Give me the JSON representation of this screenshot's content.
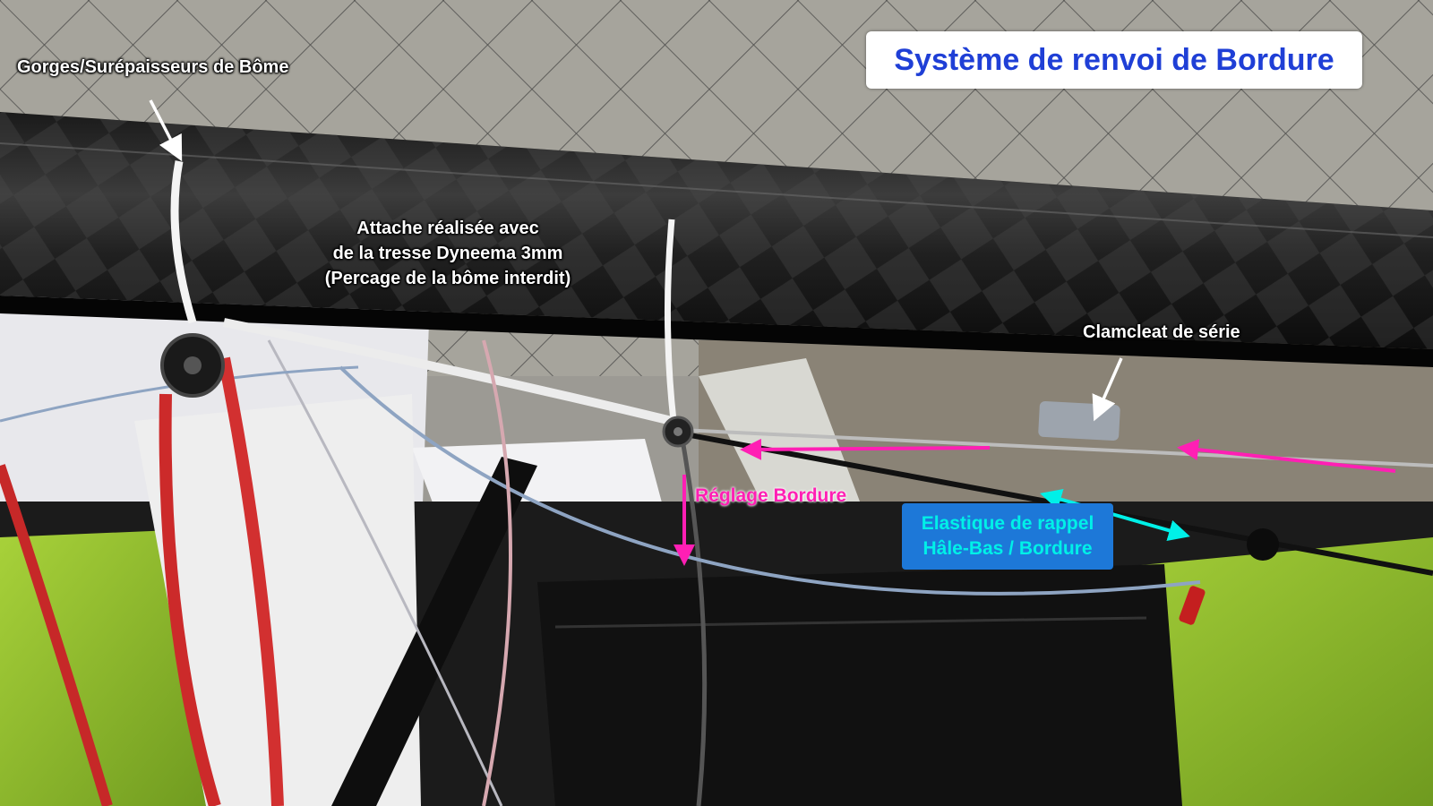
{
  "title": "Système de renvoi de Bordure",
  "annotations": {
    "gorges": "Gorges/Surépaisseurs de Bôme",
    "attache": {
      "line1": "Attache réalisée avec",
      "line2": "de la tresse Dyneema 3mm",
      "line3": "(Percage de la bôme interdit)"
    },
    "clamcleat": "Clamcleat de série",
    "reglage": "Réglage Bordure",
    "elastique": {
      "line1": "Elastique de rappel",
      "line2": "Hâle-Bas / Bordure"
    }
  },
  "colors": {
    "title": "#1f3fd6",
    "pink_arrow": "#ff1fb4",
    "cyan_arrow": "#00f0e8",
    "elastic_box": "#1d78d8",
    "white_arrow": "#ffffff"
  }
}
